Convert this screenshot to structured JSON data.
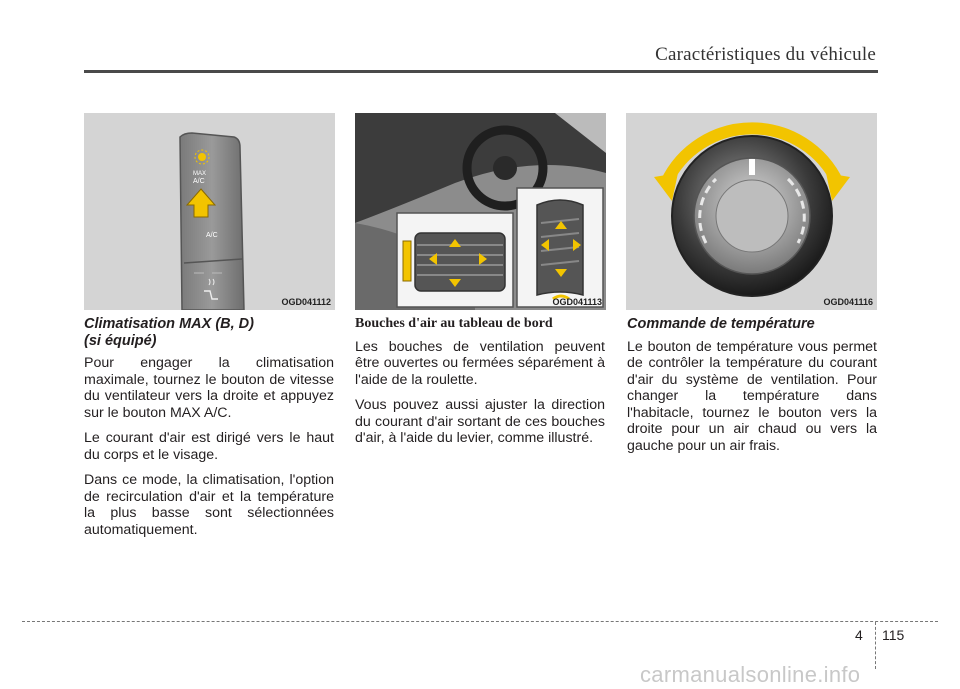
{
  "header": {
    "title": "Caractéristiques du véhicule"
  },
  "figures": [
    {
      "code": "OGD041112",
      "labels": {
        "max_ac": "MAX\nA/C",
        "ac": "A/C"
      }
    },
    {
      "code": "OGD041113"
    },
    {
      "code": "OGD041116"
    }
  ],
  "columns": [
    {
      "heading_line1": "Climatisation MAX (B, D)",
      "heading_line2": "(si équipé)",
      "paragraphs": [
        "Pour engager la climatisation maximale, tournez le bouton de vitesse du ventilateur vers la droite et appuyez sur le bouton MAX A/C.",
        "Le courant d'air est dirigé vers le haut du corps et le visage.",
        "Dans ce mode, la climatisation, l'option de recirculation d'air et la température la plus basse sont sélectionnées automatiquement."
      ]
    },
    {
      "heading": "Bouches d'air au tableau de bord",
      "paragraphs": [
        "Les bouches de ventilation peuvent être ouvertes ou fermées séparément à l'aide de la roulette.",
        "Vous pouvez aussi ajuster la direction du courant d'air sortant de ces bouches d'air, à l'aide du levier, comme illustré."
      ]
    },
    {
      "heading": "Commande de température",
      "paragraphs": [
        "Le bouton de température vous permet de contrôler la température du courant d'air du système de ventilation. Pour changer la température dans l'habitacle, tournez le bouton vers la droite pour un air chaud ou vers la gauche pour un air frais."
      ]
    }
  ],
  "footer": {
    "chapter": "4",
    "page": "115",
    "watermark": "carmanualsonline.info"
  },
  "colors": {
    "arrow_yellow": "#f2c400",
    "rule": "#4a4a4a",
    "figure_bg": "#d4d4d4"
  }
}
